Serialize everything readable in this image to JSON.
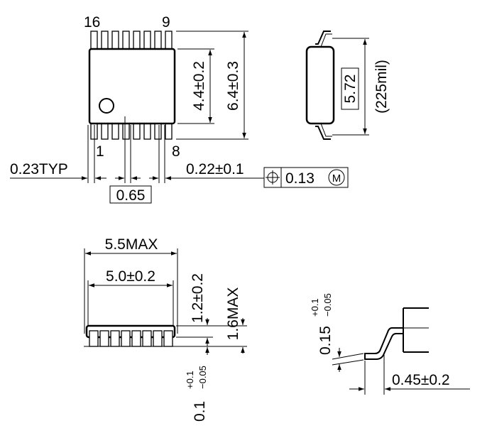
{
  "top_view": {
    "pin_first_top": "16",
    "pin_last_top": "9",
    "pin_first_bottom": "1",
    "pin_last_bottom": "8",
    "body_width_dim": "4.4±0.2",
    "overall_width_dim": "6.4±0.3",
    "lead_width_typ": "0.23TYP",
    "lead_width_dim": "0.22±0.1",
    "pitch_dim": "0.65",
    "position_tolerance_value": "0.13",
    "position_tolerance_modifier": "M"
  },
  "end_view": {
    "lead_span_dim": "5.72",
    "lead_span_mil": "(225mil)"
  },
  "side_view": {
    "length_max": "5.5MAX",
    "length_dim": "5.0±0.2",
    "body_height_dim": "1.2±0.2",
    "total_height_max": "1.6MAX",
    "standoff_base": "0.1",
    "standoff_plus": "+0.1",
    "standoff_minus": "−0.05"
  },
  "lead_detail": {
    "lead_thickness_base": "0.15",
    "lead_thickness_plus": "+0.1",
    "lead_thickness_minus": "−0.05",
    "foot_length_dim": "0.45±0.2"
  }
}
